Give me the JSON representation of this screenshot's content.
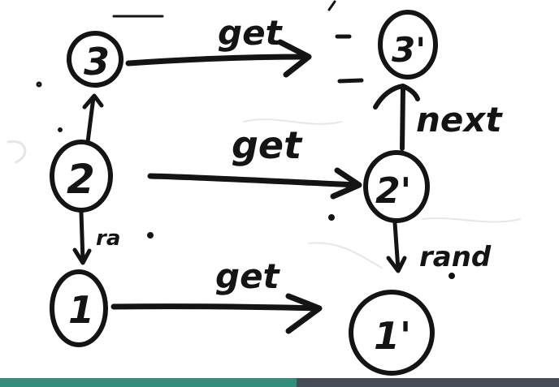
{
  "colors": {
    "ink": "#141414",
    "track": "#454c54",
    "played": "#2f8f7a"
  },
  "diagram": {
    "nodes": [
      {
        "id": "left-3",
        "label": "3"
      },
      {
        "id": "left-2",
        "label": "2"
      },
      {
        "id": "left-1",
        "label": "1"
      },
      {
        "id": "right-3",
        "label": "3'"
      },
      {
        "id": "right-2",
        "label": "2'"
      },
      {
        "id": "right-1",
        "label": "1'"
      }
    ],
    "edges": [
      {
        "from": "left-3",
        "to": "right-3",
        "label": "get"
      },
      {
        "from": "left-2",
        "to": "right-2",
        "label": "get"
      },
      {
        "from": "left-1",
        "to": "right-1",
        "label": "get"
      },
      {
        "from": "left-2",
        "to": "left-3",
        "label": ""
      },
      {
        "from": "left-2",
        "to": "left-1",
        "label": "ra"
      },
      {
        "from": "right-2",
        "to": "right-3",
        "label": "next"
      },
      {
        "from": "right-2",
        "to": "right-1",
        "label": "rand"
      }
    ]
  },
  "player": {
    "progress": 0.53
  }
}
